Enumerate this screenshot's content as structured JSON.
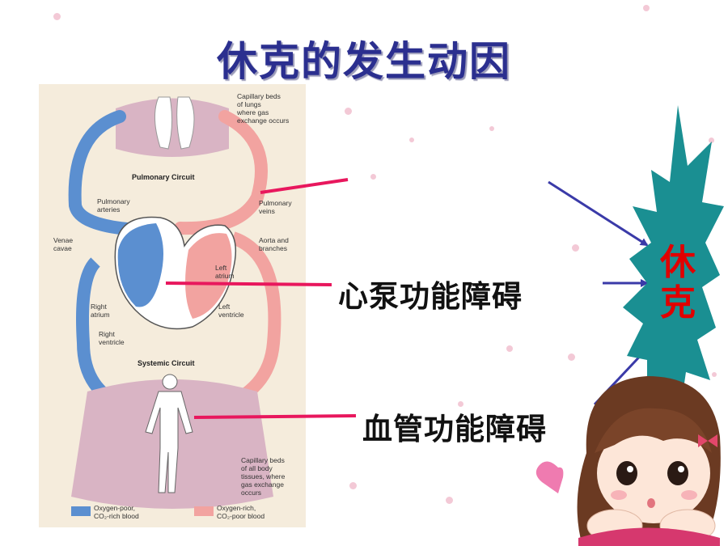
{
  "slide": {
    "title": "休克的发生动因"
  },
  "diagram": {
    "capillary_lungs": [
      "Capillary beds",
      "of lungs",
      "where gas",
      "exchange occurs"
    ],
    "pulmonary_circuit": "Pulmonary Circuit",
    "pulmonary_arteries": [
      "Pulmonary",
      "arteries"
    ],
    "pulmonary_veins": [
      "Pulmonary",
      "veins"
    ],
    "venae_cavae": [
      "Venae",
      "cavae"
    ],
    "aorta_branches": [
      "Aorta and",
      "branches"
    ],
    "left_atrium": [
      "Left",
      "atrium"
    ],
    "left_ventricle": [
      "Left",
      "ventricle"
    ],
    "right_atrium": [
      "Right",
      "atrium"
    ],
    "right_ventricle": [
      "Right",
      "ventricle"
    ],
    "systemic_circuit": "Systemic Circuit",
    "capillary_body": [
      "Capillary beds",
      "of all body",
      "tissues, where",
      "gas exchange",
      "occurs"
    ],
    "legend_blue": [
      "Oxygen-poor,",
      "CO₂-rich blood"
    ],
    "legend_red": [
      "Oxygen-rich,",
      "CO₂-poor blood"
    ]
  },
  "causes": {
    "heart": "心泵功能障碍",
    "vessel": "血管功能障碍"
  },
  "shock": {
    "label_line1": "休",
    "label_line2": "克"
  },
  "colors": {
    "title": "#2b2f8f",
    "pointer_line": "#e8175d",
    "arrow": "#3a3aa8",
    "star": "#1a8f92",
    "shock_text": "#e00000",
    "oxygen_poor": "#5b8fd0",
    "oxygen_rich": "#f2a3a0"
  }
}
